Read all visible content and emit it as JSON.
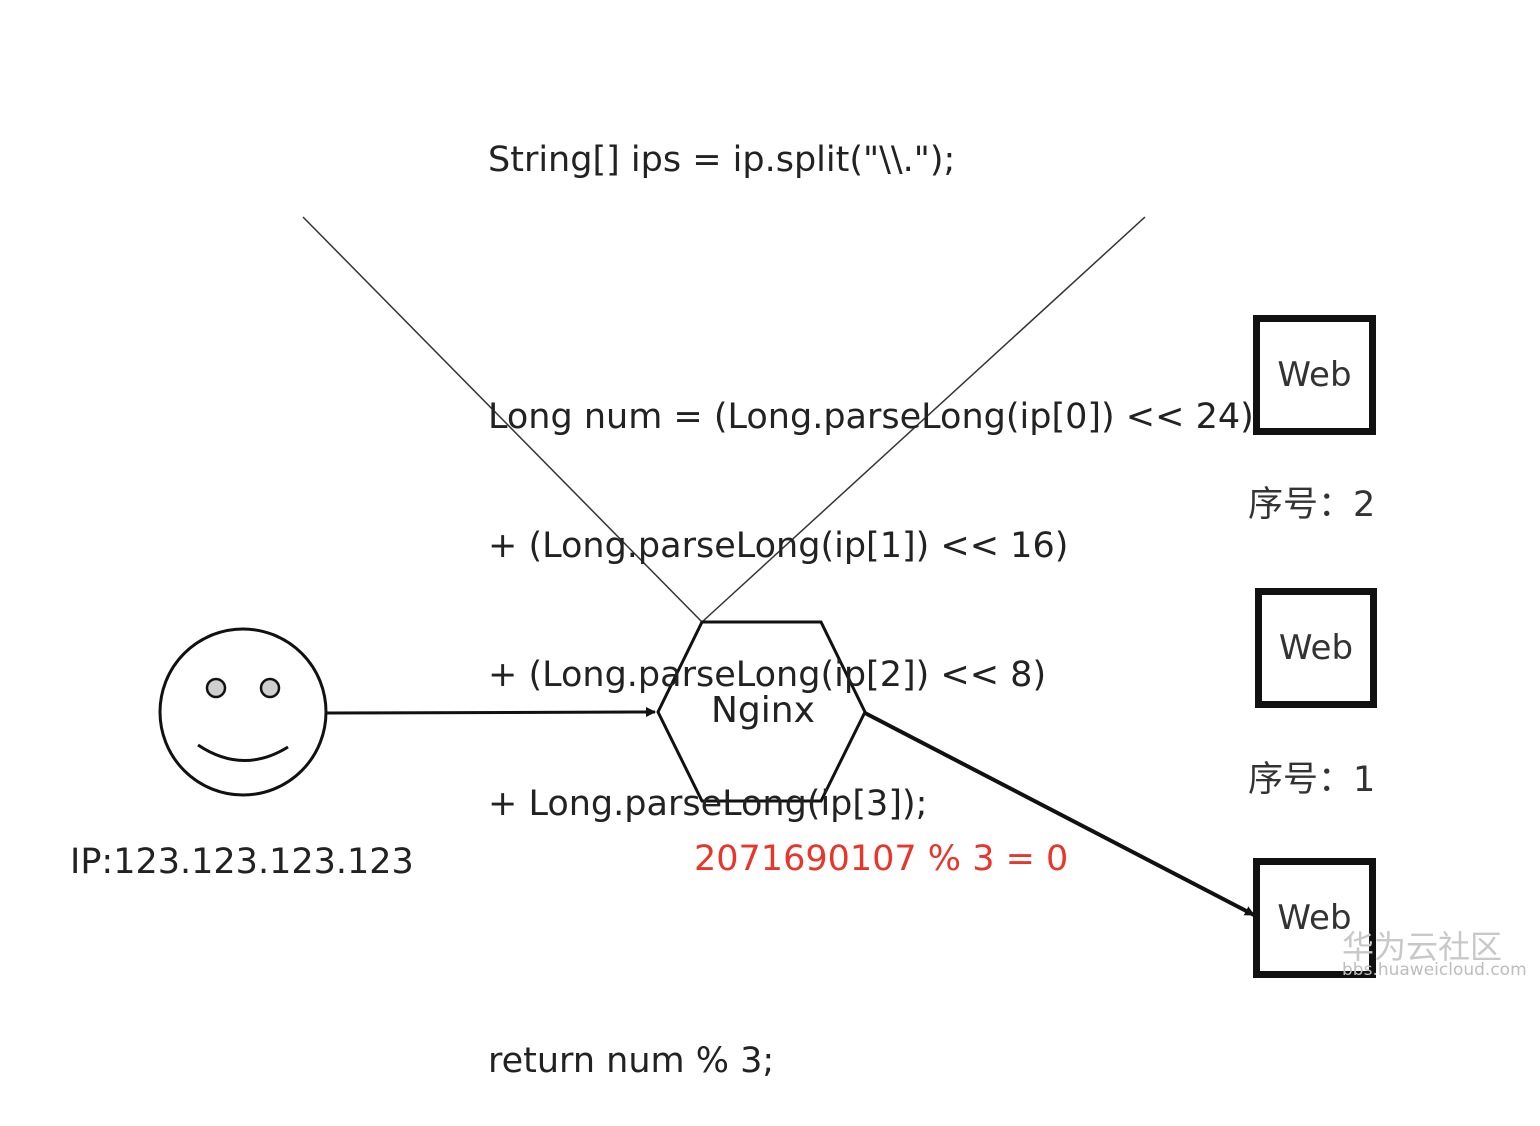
{
  "code": {
    "lines": [
      "String[] ips = ip.split(\"\\\\.\");",
      "Long num = (Long.parseLong(ip[0]) << 24)",
      "+ (Long.parseLong(ip[1]) << 16)",
      "+ (Long.parseLong(ip[2]) << 8)",
      "+ Long.parseLong(ip[3]);",
      "return num % 3;"
    ]
  },
  "client": {
    "ip": "IP:123.123.123.123"
  },
  "proxy": {
    "label": "Nginx"
  },
  "result": {
    "text": "2071690107 % 3 = 0",
    "color": "#e8362b"
  },
  "servers": [
    {
      "label": "Web",
      "serial": "序号：2"
    },
    {
      "label": "Web",
      "serial": "序号：1"
    },
    {
      "label": "Web"
    }
  ],
  "watermark": {
    "cn": "华为云社区",
    "en": "bbs.huaweicloud.com"
  }
}
